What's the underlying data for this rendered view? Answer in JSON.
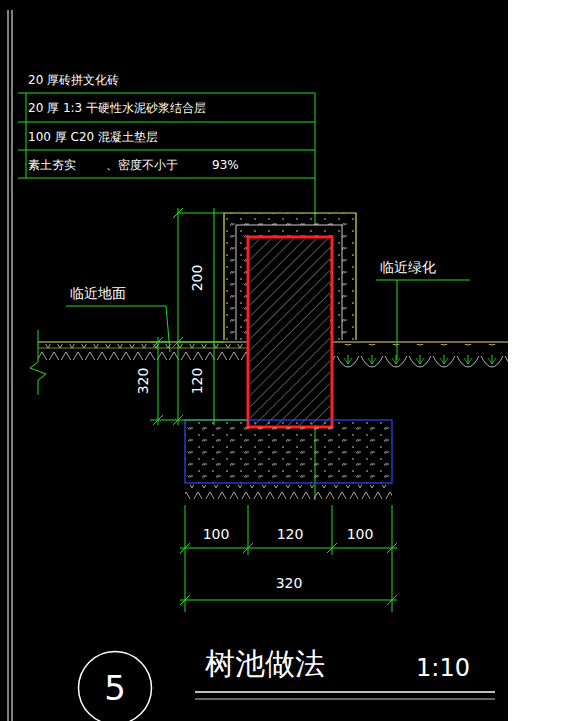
{
  "diagram": {
    "title": "树池做法",
    "nodes": [
      {
        "text": [
          "5"
        ]
      }
    ],
    "labels": [
      "20 厚砖拼文化砖",
      "20 厚 1:3 干硬性水泥砂浆结合层",
      "100 厚 C20 混凝土垫层",
      "素土夯实",
      "、密度不小于",
      "93%",
      "200",
      "120",
      "320",
      "临近地面",
      "临近绿化",
      "100",
      "120",
      "100",
      "320",
      "1:10"
    ]
  }
}
